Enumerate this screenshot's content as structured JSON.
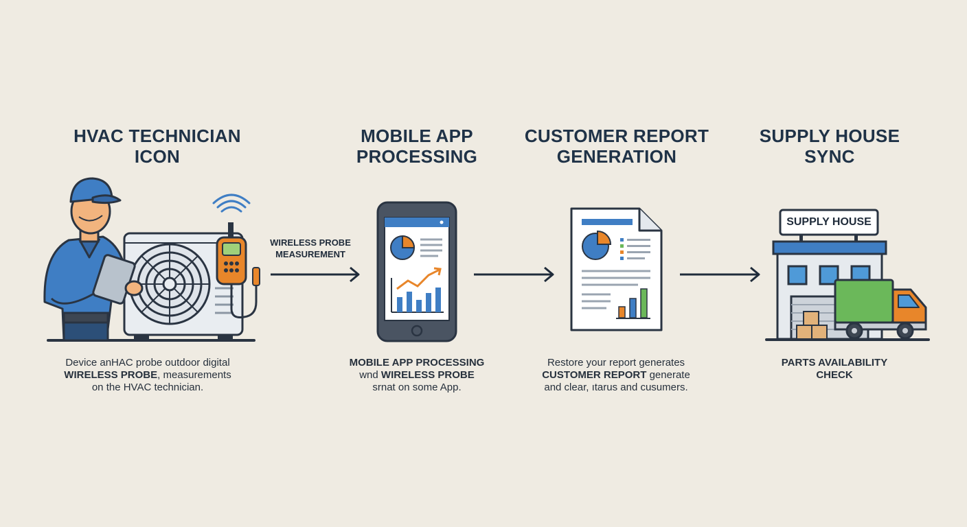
{
  "steps": [
    {
      "title_line1": "HVAC TECHNICIAN",
      "title_line2": "ICON",
      "desc_line1": "Device anHAC probe outdoor digital",
      "desc_line2_bold": "WIRELESS PROBE",
      "desc_line2_rest": ", measurements",
      "desc_line3": "on the HVAC technician."
    },
    {
      "title_line1": "MOBILE APP",
      "title_line2": "PROCESSING",
      "desc_line1_bold": "MOBILE APP PROCESSING",
      "desc_line2_pre": "wnd ",
      "desc_line2_bold": "WIRELESS PROBE",
      "desc_line3": "srnat on some App."
    },
    {
      "title_line1": "CUSTOMER REPORT",
      "title_line2": "GENERATION",
      "desc_line1": "Restore your report generates",
      "desc_line2_bold": "CUSTOMER REPORT",
      "desc_line2_rest": " generate",
      "desc_line3": "and clear, ıtarus and cusumers."
    },
    {
      "title_line1": "SUPPLY HOUSE",
      "title_line2": "SYNC",
      "desc_line1_bold": "PARTS AVAILABILITY",
      "desc_line2_bold": "CHECK"
    }
  ],
  "arrow_label": {
    "line1": "WIRELESS PROBE",
    "line2": "MEASUREMENT"
  },
  "store_sign": "SUPPLY HOUSE",
  "colors": {
    "background": "#efebe2",
    "primary_blue": "#3f7ec4",
    "dark_outline": "#2a3442",
    "orange": "#e8862a",
    "green": "#6bb85a"
  },
  "icons": [
    "technician-icon",
    "wireless-signal-icon",
    "probe-meter-icon",
    "smartphone-icon",
    "report-document-icon",
    "supply-house-building-icon",
    "delivery-truck-icon"
  ]
}
